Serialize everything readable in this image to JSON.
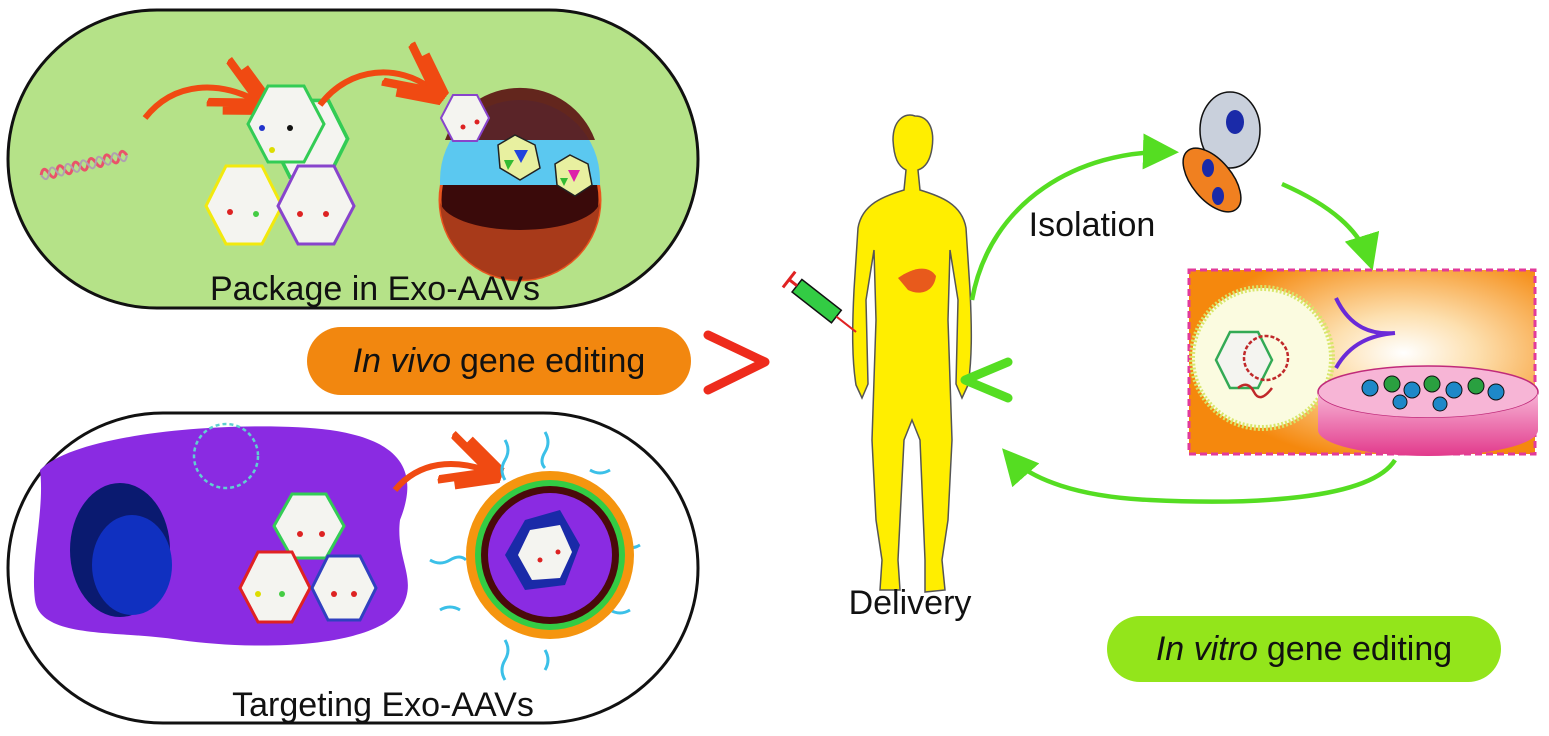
{
  "panels": {
    "package": {
      "label": "Package in Exo-AAVs",
      "fill": "#b5e288"
    },
    "targeting": {
      "label": "Targeting Exo-AAVs",
      "fill": "#ffffff"
    }
  },
  "center": {
    "delivery_label": "Delivery",
    "isolation_label": "Isolation",
    "body_color": "#ffee00"
  },
  "in_vivo": {
    "italic": "In vivo",
    "rest": "gene editing",
    "fill": "#f2870f"
  },
  "in_vitro": {
    "italic": "In vitro",
    "rest": "gene editing",
    "fill": "#93e51b"
  },
  "colors": {
    "arrow_orange": "#f04a12",
    "arrow_green": "#55dd22",
    "chevron_red": "#ee2b1c",
    "chevron_green": "#55dd22",
    "cell_purple": "#8a2be2",
    "nucleus_blue": "#0a1ea8",
    "dish_bg": "#f5880d"
  }
}
